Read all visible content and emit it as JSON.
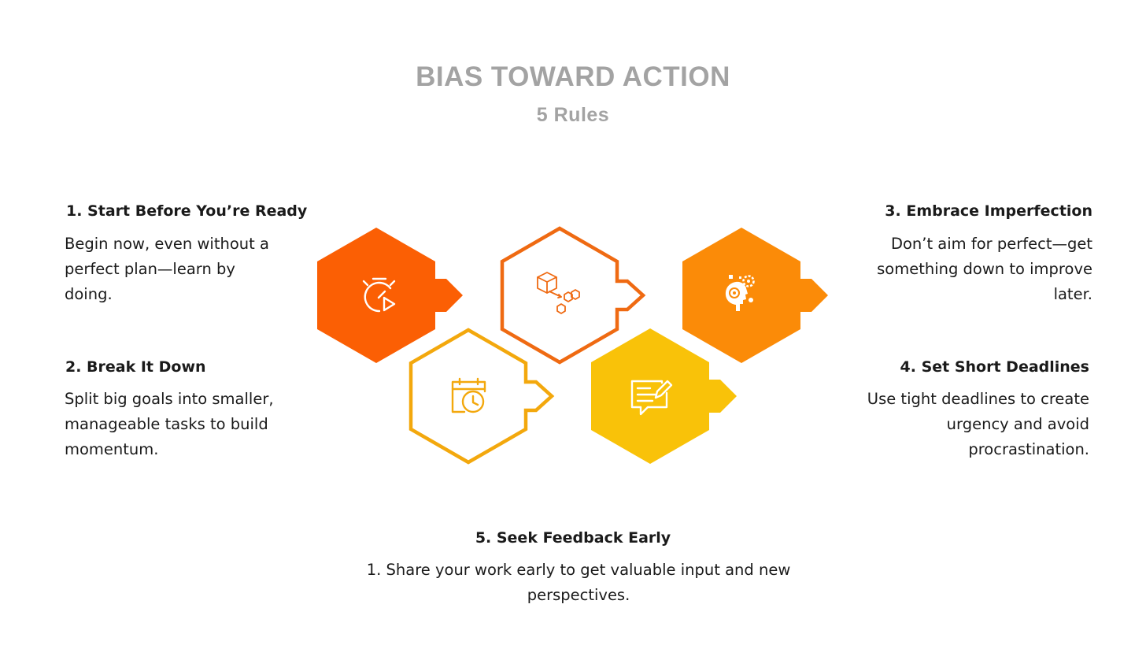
{
  "header": {
    "title": "BIAS TOWARD ACTION",
    "subtitle": "5 Rules"
  },
  "rules": [
    {
      "title": "1. Start Before You’re Ready",
      "lines": [
        "Begin now, even without a",
        "perfect plan—learn by",
        "doing."
      ]
    },
    {
      "title": "2.  Break It Down",
      "lines": [
        "Split big goals into smaller,",
        "manageable tasks to build",
        "momentum."
      ]
    },
    {
      "title": "3.  Embrace Imperfection",
      "lines": [
        "Don’t aim for perfect—get",
        "something down to improve",
        "later."
      ]
    },
    {
      "title": "4. Set Short Deadlines",
      "lines": [
        "Use tight deadlines to create",
        "urgency and avoid",
        "procrastination."
      ]
    },
    {
      "title": "5. Seek Feedback Early",
      "lines": [
        "1. Share your work early to get valuable input and new",
        "perspectives."
      ]
    }
  ],
  "hexagons": [
    {
      "style": "filled",
      "color": "#fb5f04",
      "icon": "stopwatch-play-icon"
    },
    {
      "style": "outline",
      "color": "#ef6a12",
      "icon": "cubes-flow-icon"
    },
    {
      "style": "filled",
      "color": "#fb8b08",
      "icon": "mind-gears-icon"
    },
    {
      "style": "outline",
      "color": "#f3a80d",
      "icon": "calendar-clock-icon"
    },
    {
      "style": "filled",
      "color": "#f9c209",
      "icon": "feedback-note-icon"
    }
  ]
}
